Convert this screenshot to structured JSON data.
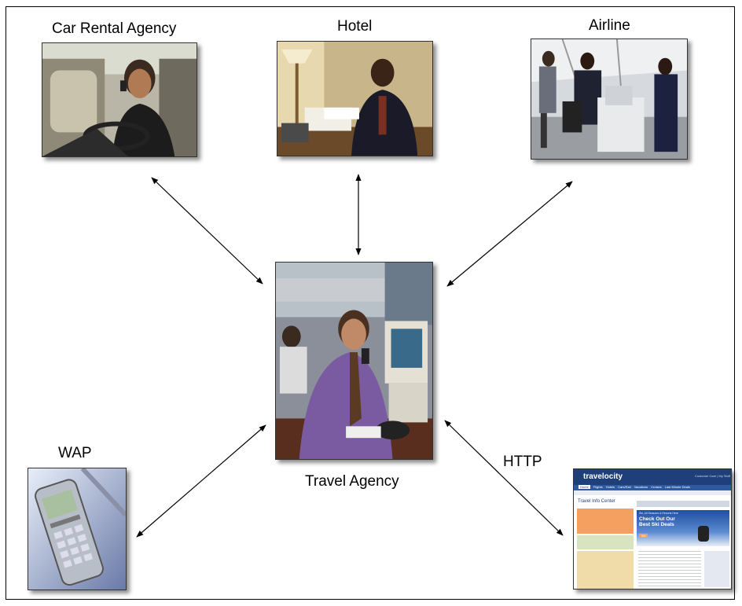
{
  "nodes": {
    "car_rental": {
      "label": "Car Rental Agency"
    },
    "hotel": {
      "label": "Hotel"
    },
    "airline": {
      "label": "Airline"
    },
    "travel_agency": {
      "label": "Travel Agency"
    },
    "wap": {
      "label": "WAP"
    },
    "http": {
      "label": "HTTP"
    }
  },
  "website": {
    "brand": "travelocity",
    "header_links": "Customer Care | My Stuff",
    "nav_tabs": [
      "Home",
      "Flights",
      "Hotels",
      "Cars/Rail",
      "Vacations",
      "Cruises",
      "Last Minute Deals"
    ],
    "section_title": "Travel Info Center",
    "promo_small": "Ski, All Seasons & Resorts Here",
    "promo_headline": "Check Out Our Best Ski Deals",
    "promo_cta": "Go"
  },
  "colors": {
    "arrow": "#000000",
    "travelocity_blue": "#1f3f7a",
    "promo_orange": "#f5a060"
  }
}
